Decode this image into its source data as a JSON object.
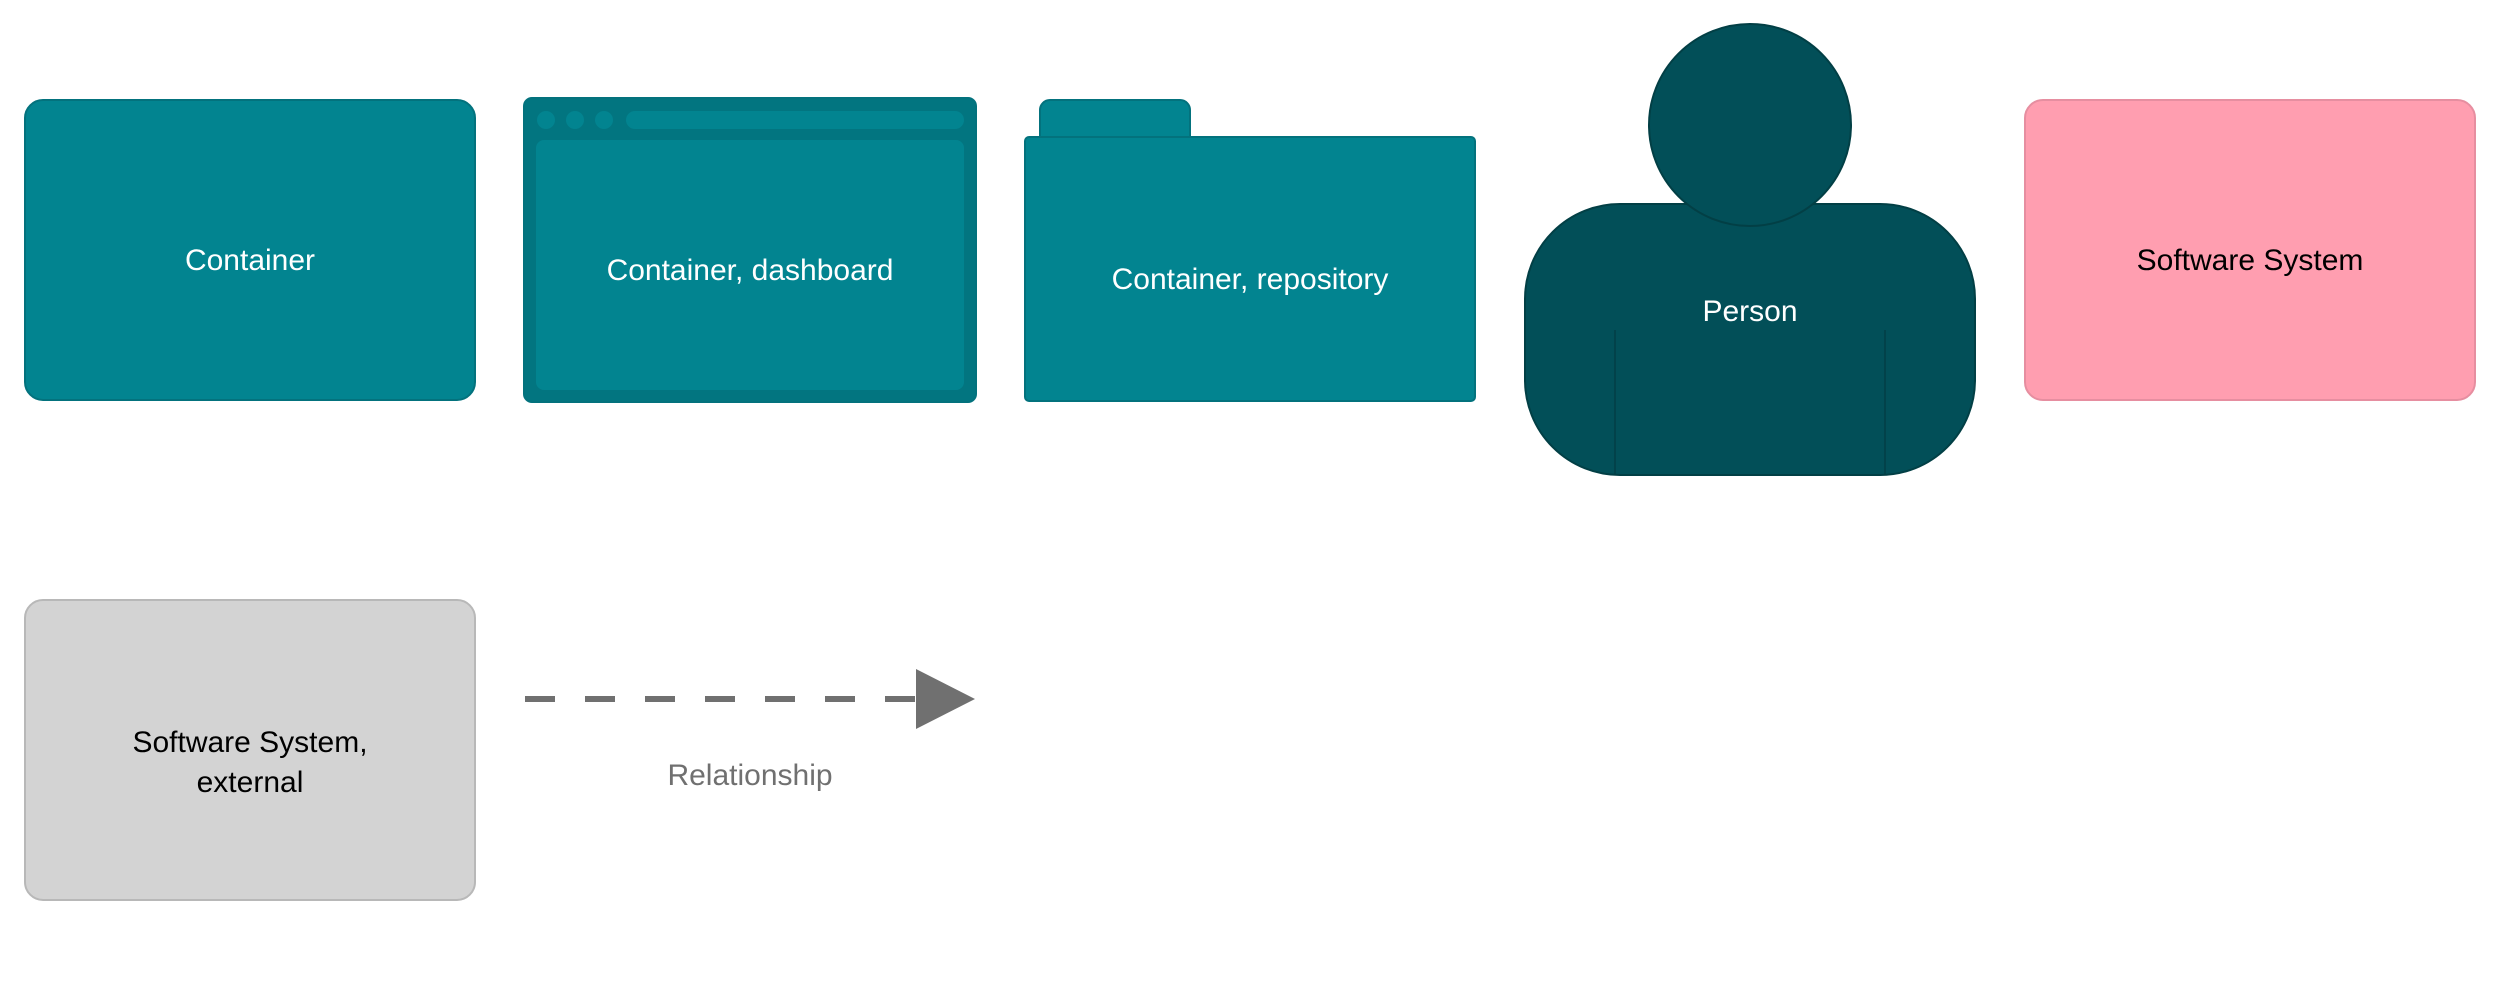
{
  "colors": {
    "container": "#028490",
    "container_dark": "#027580",
    "container_border": "#03727d",
    "person": "#024f58",
    "person_border": "#023f45",
    "software_system": "#ff9eb0",
    "software_system_border": "#e68ea0",
    "external": "#d3d3d3",
    "external_border": "#b8b8b8",
    "relationship": "#707070",
    "text_light": "#ffffff",
    "text_dark": "#000000",
    "text_relationship": "#707070"
  },
  "legend": {
    "container": {
      "label": "Container"
    },
    "container_dashboard": {
      "label": "Container, dashboard"
    },
    "container_repository": {
      "label": "Container, repository"
    },
    "person": {
      "label": "Person"
    },
    "software_system": {
      "label": "Software System"
    },
    "software_system_external": {
      "label_line1": "Software System,",
      "label_line2": "external"
    },
    "relationship": {
      "label": "Relationship"
    }
  }
}
